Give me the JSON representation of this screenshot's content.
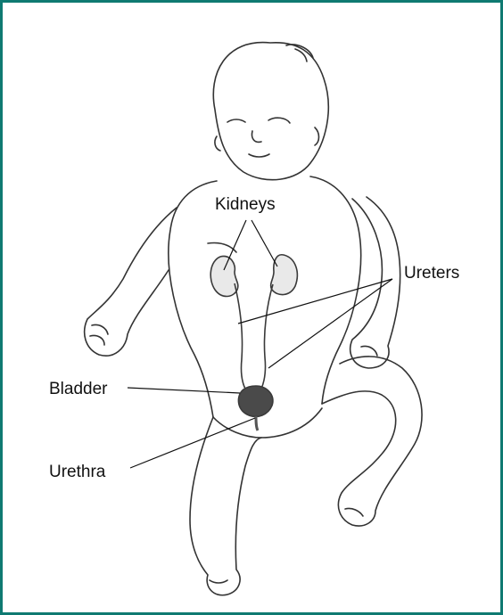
{
  "labels": {
    "kidneys": "Kidneys",
    "ureters": "Ureters",
    "bladder": "Bladder",
    "urethra": "Urethra"
  },
  "colors": {
    "frame": "#0f7a72",
    "ink": "#222222",
    "organ": "#3a3a3a"
  }
}
